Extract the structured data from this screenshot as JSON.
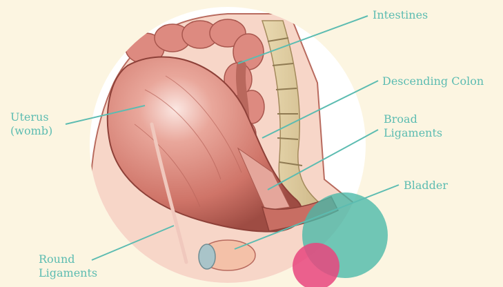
{
  "colors": {
    "background": "#fcf5e1",
    "label": "#5cbcb1",
    "leader_line": "#5cbcb1",
    "tissue": "#d9857a",
    "accent_teal": "#48b8a8",
    "accent_pink": "#e8457e"
  },
  "labels": {
    "intestines": "Intestines",
    "descending_colon": "Descending Colon",
    "broad_ligaments": {
      "line1": "Broad",
      "line2": "Ligaments"
    },
    "bladder": "Bladder",
    "uterus": {
      "line1": "Uterus",
      "line2": "(womb)"
    },
    "round_ligaments": {
      "line1": "Round",
      "line2": "Ligaments"
    }
  }
}
